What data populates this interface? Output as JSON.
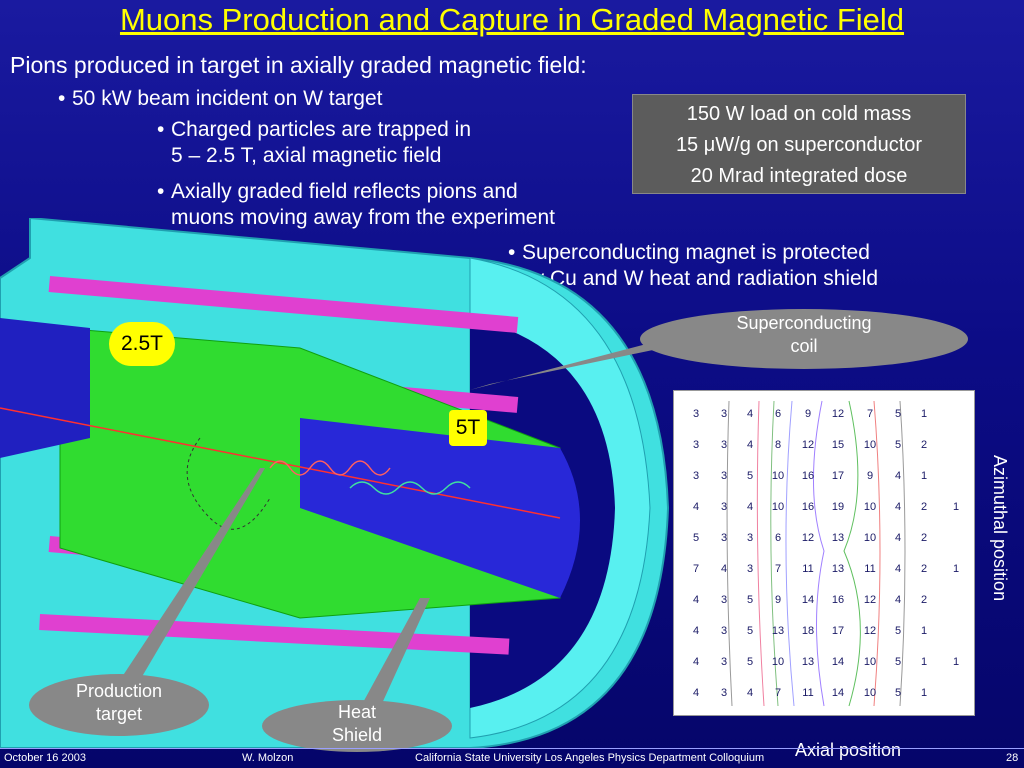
{
  "title": "Muons Production and Capture in Graded Magnetic Field",
  "intro": "Pions produced in target in axially graded magnetic field:",
  "bullets": {
    "b1": "50 kW beam incident on W target",
    "b2_line1": "Charged particles are trapped in",
    "b2_line2": "5 – 2.5 T, axial magnetic field",
    "b3_line1": "Axially graded field reflects pions and",
    "b3_line2": "muons moving away from the experiment",
    "b4_line1": "Superconducting magnet is protected",
    "b4_line2": "by Cu and W heat and radiation shield"
  },
  "bullet_glyph": "•",
  "infobox": {
    "line1": "150 W load on cold mass",
    "line2_pre": "15 ",
    "line2_mu": "μ",
    "line2_post": "W/g on superconductor",
    "line3": "20 Mrad integrated dose"
  },
  "labels": {
    "field_low": "2.5T",
    "field_high": "5T",
    "coil_line1": "Superconducting",
    "coil_line2": "coil",
    "target_line1": "Production",
    "target_line2": "target",
    "shield_line1": "Heat",
    "shield_line2": "Shield",
    "azimuthal": "Azimuthal position",
    "axial": "Axial position"
  },
  "dose_grid": [
    [
      "3",
      "3",
      "4",
      "6",
      "9",
      "12",
      "7",
      "5",
      "1"
    ],
    [
      "3",
      "3",
      "4",
      "8",
      "12",
      "15",
      "10",
      "5",
      "2"
    ],
    [
      "3",
      "3",
      "5",
      "10",
      "16",
      "17",
      "9",
      "4",
      "1"
    ],
    [
      "4",
      "3",
      "4",
      "10",
      "16",
      "19",
      "10",
      "4",
      "2",
      "1"
    ],
    [
      "5",
      "3",
      "3",
      "6",
      "12",
      "13",
      "10",
      "4",
      "2"
    ],
    [
      "7",
      "4",
      "3",
      "7",
      "11",
      "13",
      "11",
      "4",
      "2",
      "1"
    ],
    [
      "4",
      "3",
      "5",
      "9",
      "14",
      "16",
      "12",
      "4",
      "2"
    ],
    [
      "4",
      "3",
      "5",
      "13",
      "18",
      "17",
      "12",
      "5",
      "1"
    ],
    [
      "4",
      "3",
      "5",
      "10",
      "13",
      "14",
      "10",
      "5",
      "1",
      "1"
    ],
    [
      "4",
      "3",
      "4",
      "7",
      "11",
      "14",
      "10",
      "5",
      "1"
    ]
  ],
  "footer": {
    "date": "October 16 2003",
    "author": "W. Molzon",
    "venue": "California State University Los Angeles Physics Department  Colloquium",
    "page": "28"
  },
  "colors": {
    "title": "#ffff00",
    "background": "#0c0c86",
    "infobox": "#5c5c5c",
    "callout": "#888888",
    "shield": "#40e8e8",
    "coil": "#e040d0",
    "green_region": "#30dc30"
  }
}
